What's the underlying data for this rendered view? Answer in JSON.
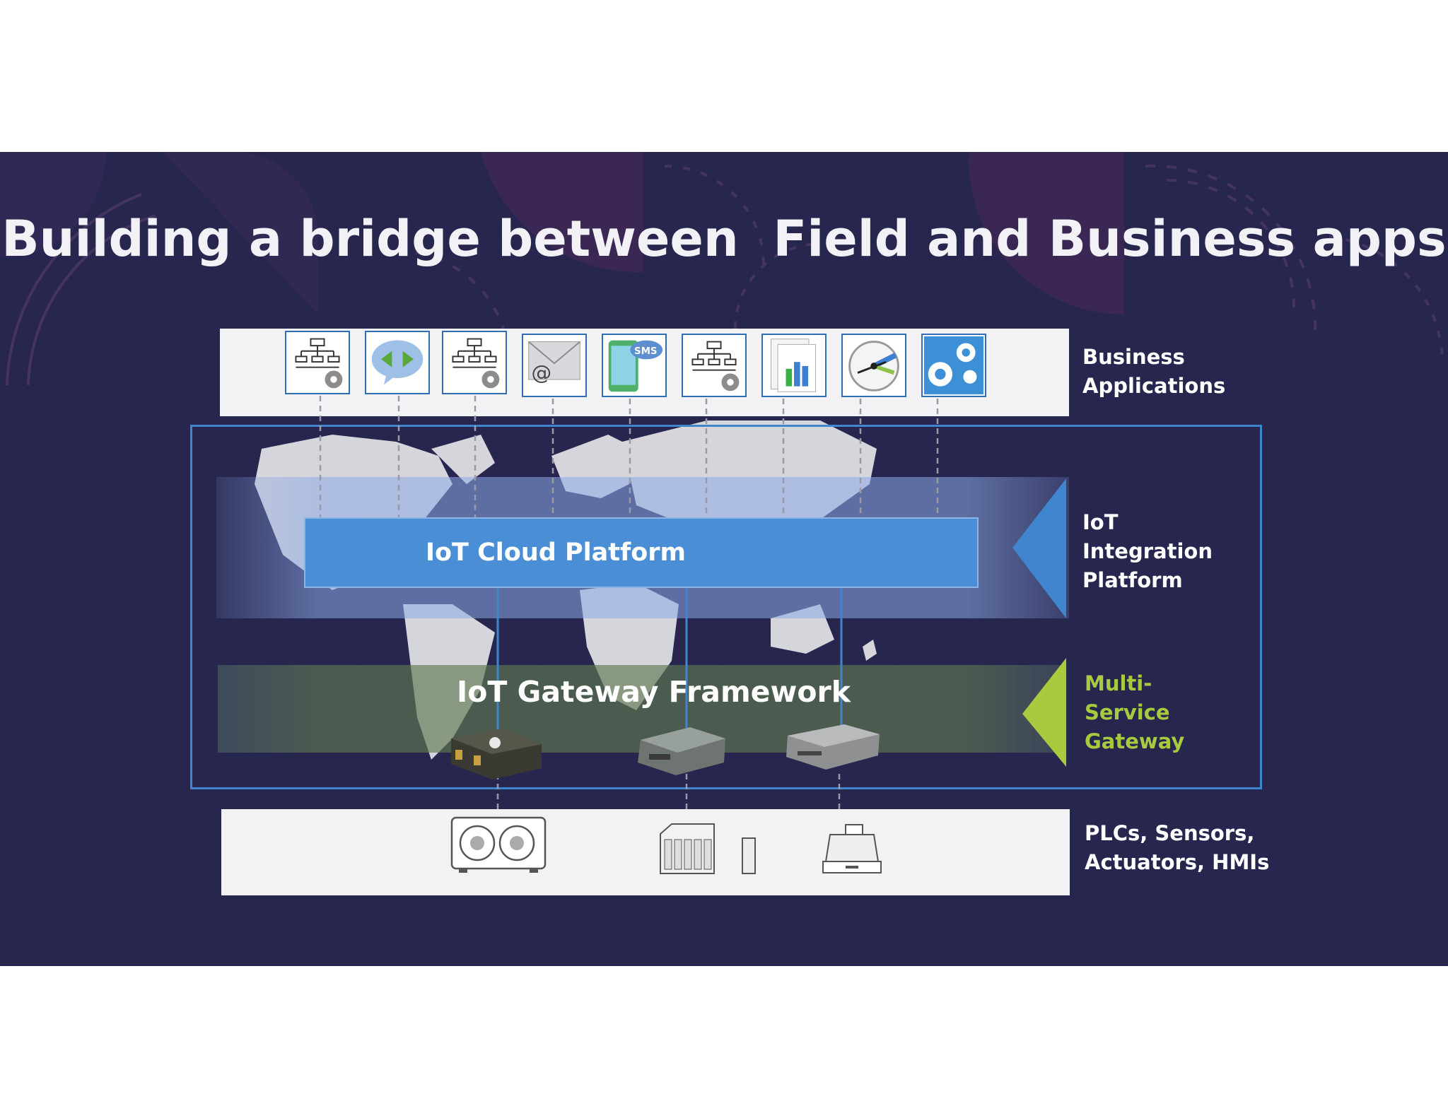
{
  "slide": {
    "title": "Building a bridge between  Field and Business apps"
  },
  "layers": {
    "business": {
      "lines": [
        "Business",
        "Applications"
      ]
    },
    "integration": {
      "lines": [
        "IoT",
        "Integration",
        "Platform"
      ]
    },
    "gateway_side": {
      "lines": [
        "Multi-",
        "Service",
        "Gateway"
      ]
    },
    "field": {
      "lines": [
        "PLCs, Sensors,",
        "Actuators, HMIs"
      ]
    }
  },
  "cloud_platform_label": "IoT Cloud Platform",
  "gateway_framework_label": "IoT Gateway Framework",
  "app_icons": [
    {
      "icon": "org-chart-gear-icon"
    },
    {
      "icon": "chat-arrows-icon"
    },
    {
      "icon": "org-chart-gear-icon"
    },
    {
      "icon": "email-icon",
      "text": "@"
    },
    {
      "icon": "sms-phone-icon",
      "text": "SMS"
    },
    {
      "icon": "org-chart-gear-icon"
    },
    {
      "icon": "bar-report-icon"
    },
    {
      "icon": "gauge-icon"
    },
    {
      "icon": "gears-icon"
    }
  ],
  "gateway_devices": [
    "router-device-icon",
    "gateway-box-icon",
    "embedded-pc-icon"
  ],
  "field_devices": [
    "hvac-unit-icon",
    "plc-rack-icon",
    "cash-register-icon"
  ],
  "colors": {
    "background": "#26264e",
    "cloud_blue": "#4a8fd6",
    "frame_blue": "#3f86cf",
    "gateway_green": "#a9c93e"
  }
}
